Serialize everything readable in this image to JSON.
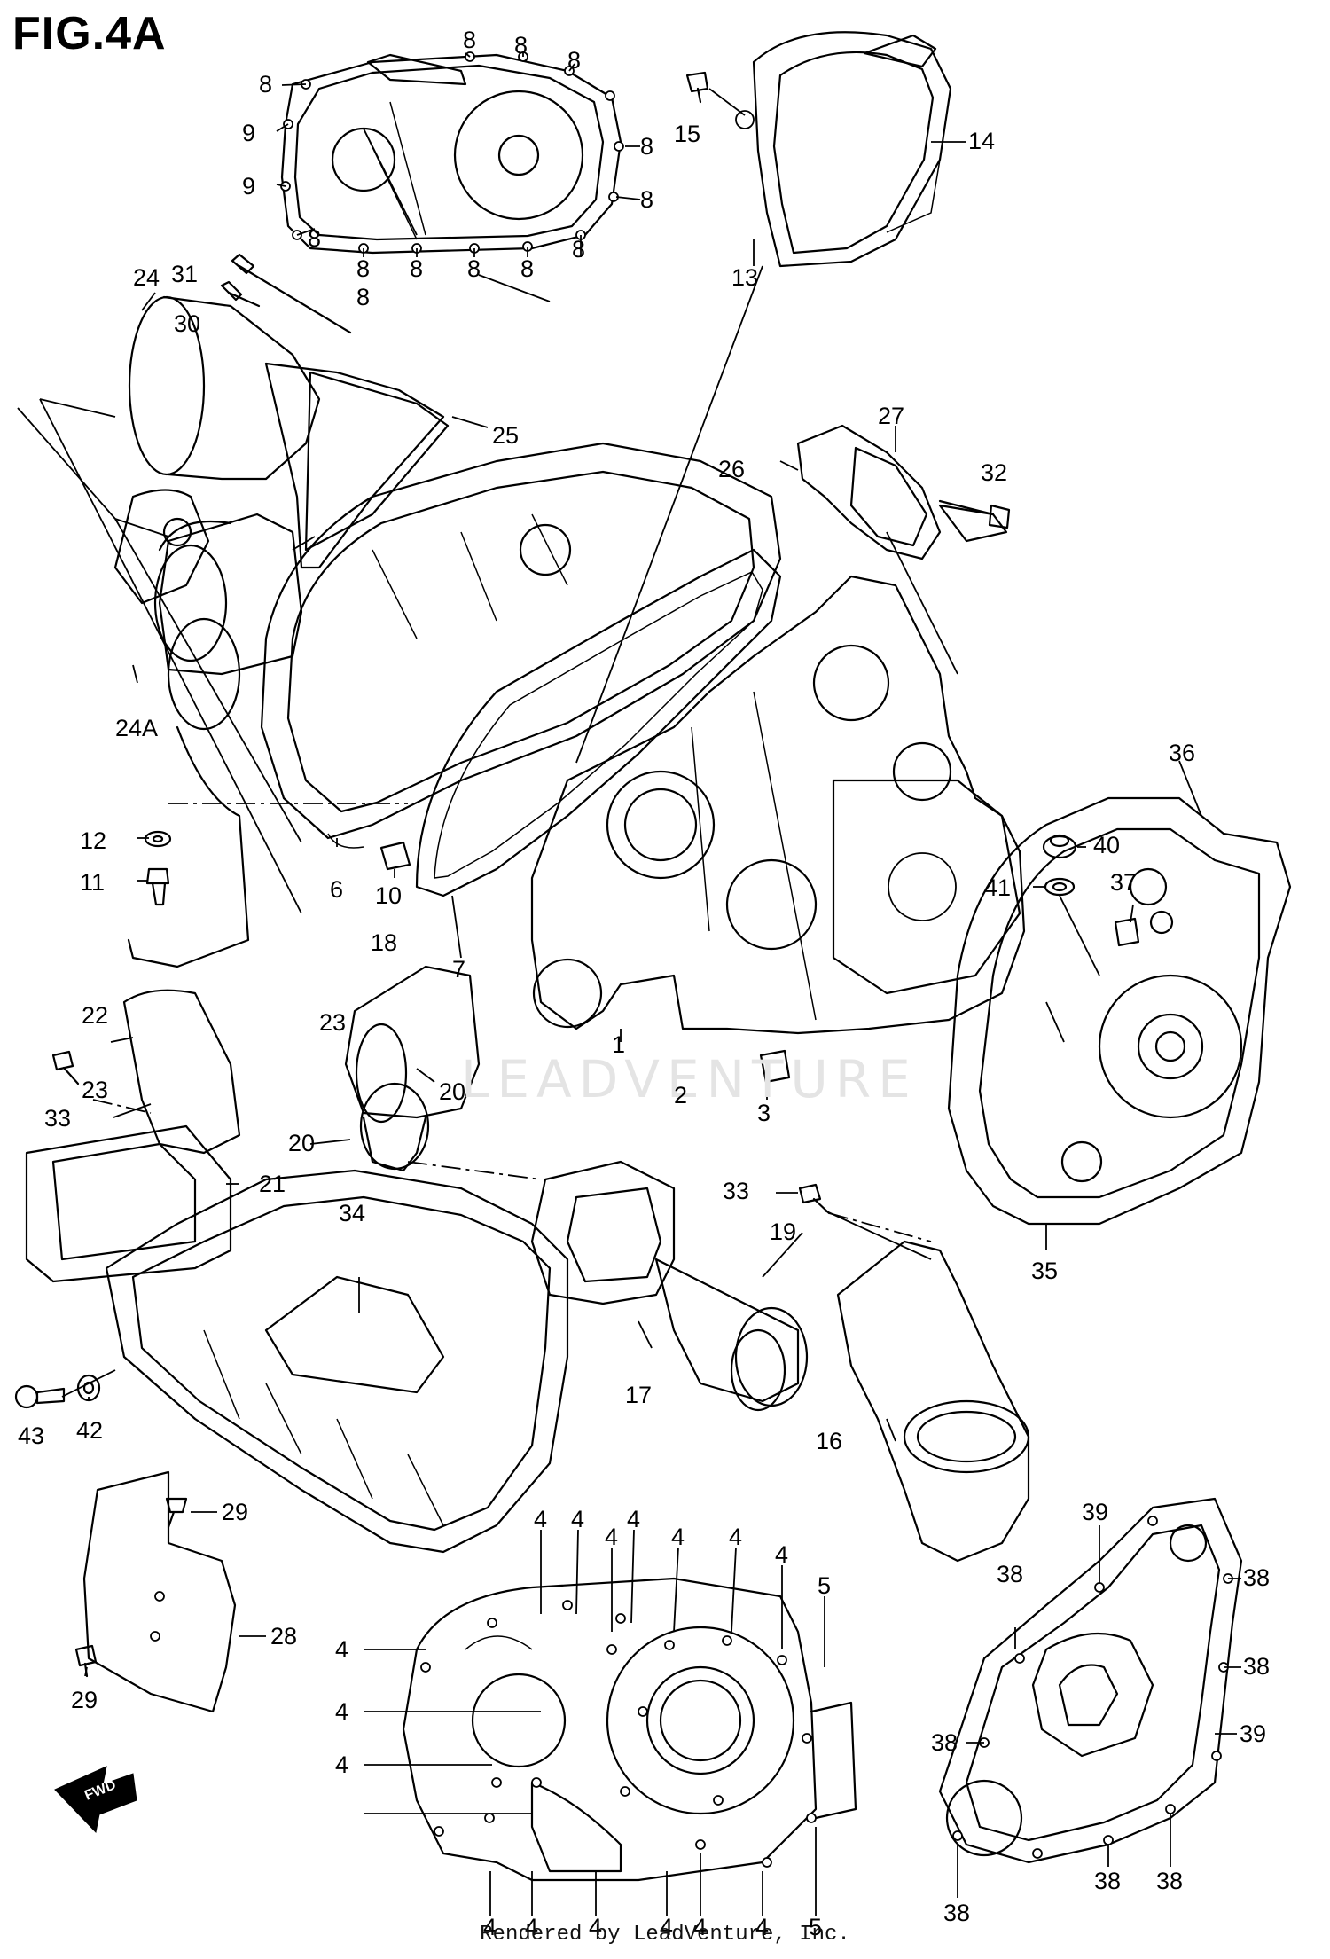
{
  "figure": {
    "title": "FIG.4A"
  },
  "footer": {
    "text": "Rendered by LeadVenture, Inc."
  },
  "watermark": {
    "text": "LEADVENTURE"
  },
  "badge": {
    "text": "FWD"
  },
  "callouts": [
    {
      "id": "c8a",
      "text": "8"
    },
    {
      "id": "c8b",
      "text": "8"
    },
    {
      "id": "c8c",
      "text": "8"
    },
    {
      "id": "c8d",
      "text": "8"
    },
    {
      "id": "c8e",
      "text": "8"
    },
    {
      "id": "c8f",
      "text": "8"
    },
    {
      "id": "c8g",
      "text": "8"
    },
    {
      "id": "c8h",
      "text": "8"
    },
    {
      "id": "c8i",
      "text": "8"
    },
    {
      "id": "c8j",
      "text": "8"
    },
    {
      "id": "c8k",
      "text": "8"
    },
    {
      "id": "c8l",
      "text": "8"
    },
    {
      "id": "c8m",
      "text": "8"
    },
    {
      "id": "c9a",
      "text": "9"
    },
    {
      "id": "c9b",
      "text": "9"
    },
    {
      "id": "c15",
      "text": "15"
    },
    {
      "id": "c14",
      "text": "14"
    },
    {
      "id": "c13",
      "text": "13"
    },
    {
      "id": "c31",
      "text": "31"
    },
    {
      "id": "c30",
      "text": "30"
    },
    {
      "id": "c24",
      "text": "24"
    },
    {
      "id": "c25",
      "text": "25"
    },
    {
      "id": "c24A",
      "text": "24A"
    },
    {
      "id": "c27",
      "text": "27"
    },
    {
      "id": "c26",
      "text": "26"
    },
    {
      "id": "c32",
      "text": "32"
    },
    {
      "id": "c12",
      "text": "12"
    },
    {
      "id": "c11",
      "text": "11"
    },
    {
      "id": "c6",
      "text": "6"
    },
    {
      "id": "c10",
      "text": "10"
    },
    {
      "id": "c7",
      "text": "7"
    },
    {
      "id": "c36",
      "text": "36"
    },
    {
      "id": "c40",
      "text": "40"
    },
    {
      "id": "c41",
      "text": "41"
    },
    {
      "id": "c37",
      "text": "37"
    },
    {
      "id": "c22",
      "text": "22"
    },
    {
      "id": "c23a",
      "text": "23"
    },
    {
      "id": "c23b",
      "text": "23"
    },
    {
      "id": "c18",
      "text": "18"
    },
    {
      "id": "c1",
      "text": "1"
    },
    {
      "id": "c2",
      "text": "2"
    },
    {
      "id": "c3",
      "text": "3"
    },
    {
      "id": "c33a",
      "text": "33"
    },
    {
      "id": "c20a",
      "text": "20"
    },
    {
      "id": "c20b",
      "text": "20"
    },
    {
      "id": "c21",
      "text": "21"
    },
    {
      "id": "c33b",
      "text": "33"
    },
    {
      "id": "c34",
      "text": "34"
    },
    {
      "id": "c19",
      "text": "19"
    },
    {
      "id": "c35",
      "text": "35"
    },
    {
      "id": "c17",
      "text": "17"
    },
    {
      "id": "c16",
      "text": "16"
    },
    {
      "id": "c43",
      "text": "43"
    },
    {
      "id": "c42",
      "text": "42"
    },
    {
      "id": "c29a",
      "text": "29"
    },
    {
      "id": "c28",
      "text": "28"
    },
    {
      "id": "c29b",
      "text": "29"
    },
    {
      "id": "c4a",
      "text": "4"
    },
    {
      "id": "c4b",
      "text": "4"
    },
    {
      "id": "c4c",
      "text": "4"
    },
    {
      "id": "c4d",
      "text": "4"
    },
    {
      "id": "c4e",
      "text": "4"
    },
    {
      "id": "c4f",
      "text": "4"
    },
    {
      "id": "c4g",
      "text": "4"
    },
    {
      "id": "c4h",
      "text": "4"
    },
    {
      "id": "c4i",
      "text": "4"
    },
    {
      "id": "c4j",
      "text": "4"
    },
    {
      "id": "c4k",
      "text": "4"
    },
    {
      "id": "c4l",
      "text": "4"
    },
    {
      "id": "c4m",
      "text": "4"
    },
    {
      "id": "c4n",
      "text": "4"
    },
    {
      "id": "c4o",
      "text": "4"
    },
    {
      "id": "c4p",
      "text": "4"
    },
    {
      "id": "c5a",
      "text": "5"
    },
    {
      "id": "c5b",
      "text": "5"
    },
    {
      "id": "c39a",
      "text": "39"
    },
    {
      "id": "c38a",
      "text": "38"
    },
    {
      "id": "c38b",
      "text": "38"
    },
    {
      "id": "c38c",
      "text": "38"
    },
    {
      "id": "c38d",
      "text": "38"
    },
    {
      "id": "c39b",
      "text": "39"
    },
    {
      "id": "c38e",
      "text": "38"
    },
    {
      "id": "c38f",
      "text": "38"
    },
    {
      "id": "c38g",
      "text": "38"
    }
  ]
}
